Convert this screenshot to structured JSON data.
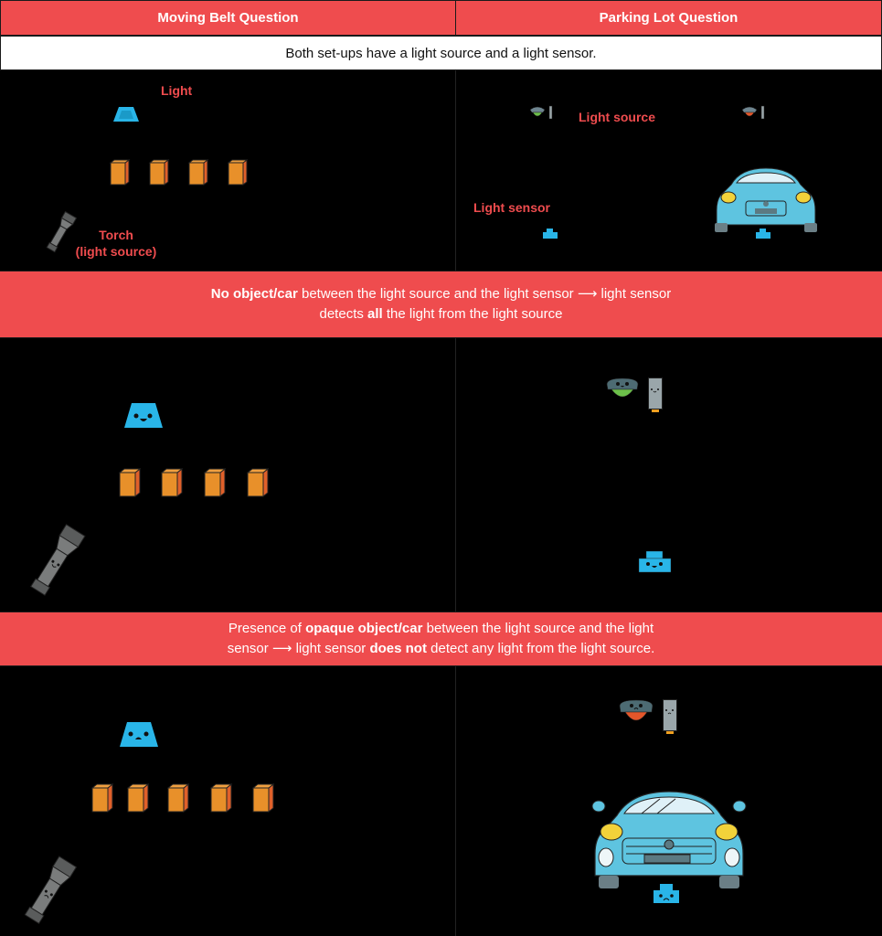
{
  "header": {
    "left_title": "Moving Belt Question",
    "right_title": "Parking Lot Question"
  },
  "intro": "Both set-ups have a light source and a light sensor.",
  "panel1": {
    "left": {
      "label_light": "Light",
      "label_torch_line1": "Torch",
      "label_torch_line2": "(light source)",
      "box_count": 4
    },
    "right": {
      "label_light_source": "Light source",
      "label_light_sensor": "Light sensor"
    }
  },
  "band1": {
    "bold1": "No object/car",
    "text1": " between the light source and the light sensor ⟶ light sensor",
    "text2a": "detects ",
    "bold2": "all",
    "text2b": " the light from the light source"
  },
  "panel2": {
    "left": {
      "box_count": 4,
      "sensor_mood": "happy",
      "torch_mood": "happy"
    },
    "right": {
      "source_color": "green",
      "sensor_mood": "happy"
    }
  },
  "band2": {
    "text1a": "Presence of ",
    "bold1": "opaque object/car",
    "text1b": " between the light source and the light",
    "text2a": "sensor ⟶ light sensor ",
    "bold2": "does not",
    "text2b": " detect any light from the light source."
  },
  "panel3": {
    "left": {
      "box_count": 5,
      "sensor_mood": "sad",
      "torch_mood": "sad"
    },
    "right": {
      "source_color": "red",
      "sensor_mood": "sad"
    }
  },
  "colors": {
    "accent_red": "#ef4c4e",
    "sensor_blue": "#29b5e8",
    "box_orange": "#e8902a",
    "box_side": "#e0602a",
    "car_blue": "#5ec4e0",
    "torch_gray": "#7a7c7c",
    "green": "#6cc04a",
    "red_light": "#e3562a"
  }
}
